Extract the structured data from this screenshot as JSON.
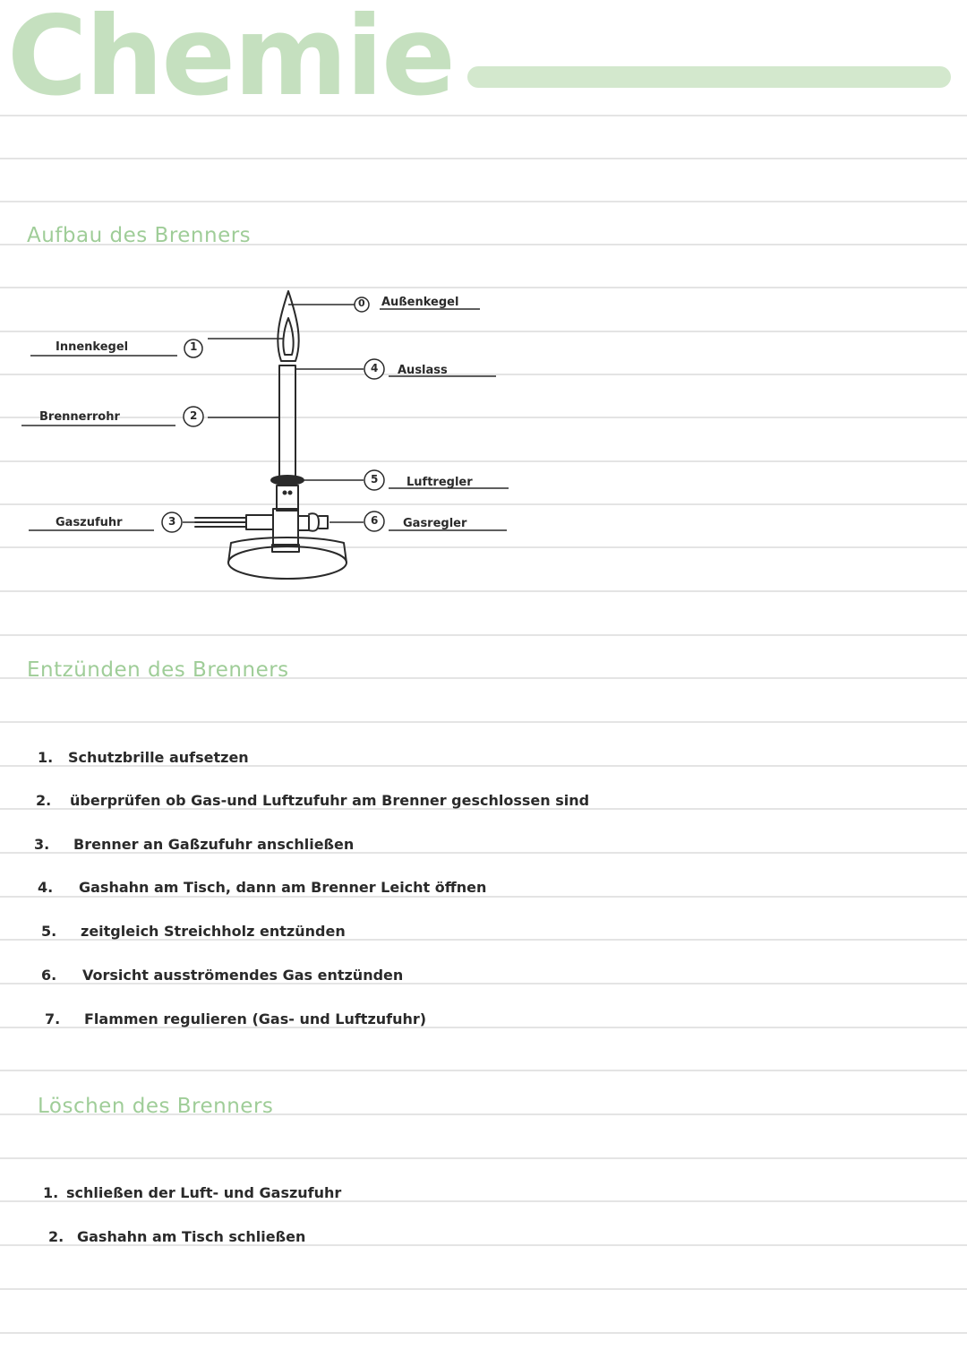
{
  "title": "Chemie",
  "colors": {
    "accent": "#c5e0bf",
    "heading": "#9fcd98",
    "ink": "#2a2a2a",
    "rule": "#d8d8d8"
  },
  "sections": {
    "aufbau": "Aufbau des Brenners",
    "entzuenden": "Entzünden des Brenners",
    "loeschen": "Löschen des Brenners"
  },
  "diagram": {
    "labels": [
      {
        "num": "0",
        "text": "Außenkegel"
      },
      {
        "num": "1",
        "text": "Innenkegel"
      },
      {
        "num": "2",
        "text": "Brennerrohr"
      },
      {
        "num": "3",
        "text": "Gaszufuhr"
      },
      {
        "num": "4",
        "text": "Auslass"
      },
      {
        "num": "5",
        "text": "Luftregler"
      },
      {
        "num": "6",
        "text": "Gasregler"
      }
    ]
  },
  "entzuenden_steps": [
    {
      "num": "1.",
      "text": "Schutzbrille aufsetzen"
    },
    {
      "num": "2.",
      "text": "überprüfen ob Gas-und Luftzufuhr am Brenner geschlossen sind"
    },
    {
      "num": "3.",
      "text": "Brenner an Gaßzufuhr anschließen"
    },
    {
      "num": "4.",
      "text": "Gashahn am Tisch, dann am Brenner Leicht öffnen"
    },
    {
      "num": "5.",
      "text": "zeitgleich Streichholz entzünden"
    },
    {
      "num": "6.",
      "text": "Vorsicht ausströmendes Gas entzünden"
    },
    {
      "num": "7.",
      "text": "Flammen regulieren (Gas- und Luftzufuhr)"
    }
  ],
  "loeschen_steps": [
    {
      "num": "1.",
      "text": "schließen der Luft- und Gaszufuhr"
    },
    {
      "num": "2.",
      "text": "Gashahn am Tisch schließen"
    }
  ]
}
